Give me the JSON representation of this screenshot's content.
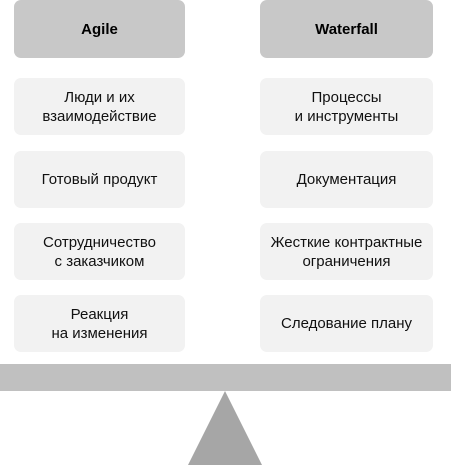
{
  "left": {
    "title": "Agile",
    "items": [
      "Люди и их\nвзаимодействие",
      "Готовый продукт",
      "Сотрудничество\nс заказчиком",
      "Реакция\nна изменения"
    ]
  },
  "right": {
    "title": "Waterfall",
    "items": [
      "Процессы\nи инструменты",
      "Документация",
      "Жесткие контрактные\nограничения",
      "Следование плану"
    ]
  },
  "colors": {
    "header": "#c8c8c8",
    "item": "#f2f2f2",
    "beam": "#c0c0c0",
    "fulcrum": "#a6a6a6"
  }
}
